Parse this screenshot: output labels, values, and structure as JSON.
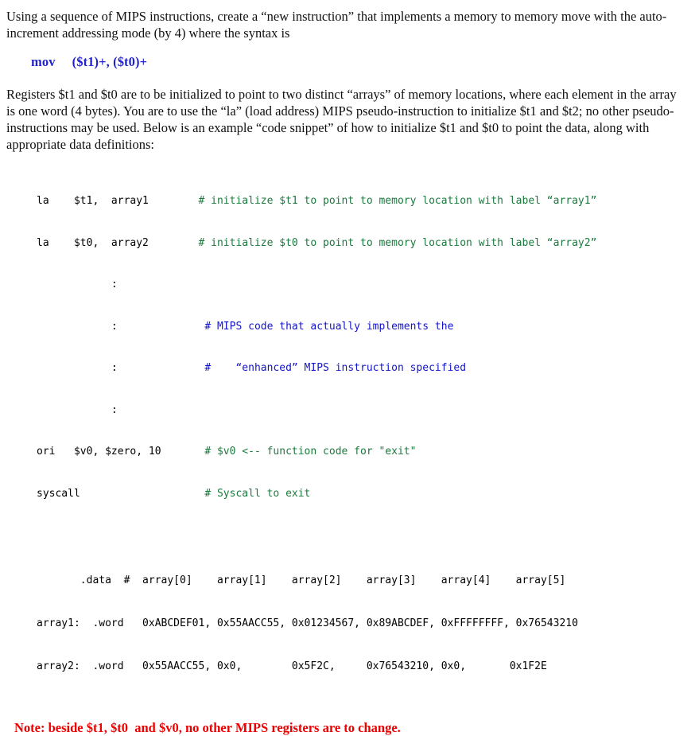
{
  "document": {
    "intro_paragraph": "Using a sequence of MIPS instructions, create a “new instruction” that implements a memory to memory move with the auto-increment addressing mode (by 4) where the syntax is",
    "syntax_line": "mov     ($t1)+, ($t0)+",
    "body_paragraph": "Registers $t1 and $t0 are to be initialized to point to two distinct “arrays” of memory locations, where each element in the array is one word (4 bytes). You are to use the “la” (load address) MIPS pseudo-instruction to initialize $t1 and $t2; no other pseudo-instructions may be used. Below is an example “code snippet” of how to initialize $t1 and $t0 to point the data, along with appropriate data definitions:",
    "note": "Note: beside $t1, $t0  and $v0, no other MIPS registers are to change."
  },
  "code_snippet": {
    "lines": [
      {
        "code": "la    $t1,  array1        ",
        "comment": "# initialize $t1 to point to memory location with label “array1”",
        "comment_color": "green"
      },
      {
        "code": "la    $t0,  array2        ",
        "comment": "# initialize $t0 to point to memory location with label “array2”",
        "comment_color": "green"
      },
      {
        "code": "            :              ",
        "comment": "",
        "comment_color": "green"
      },
      {
        "code": "            :              ",
        "comment": "# MIPS code that actually implements the",
        "comment_color": "blue"
      },
      {
        "code": "            :              ",
        "comment": "#    “enhanced” MIPS instruction specified",
        "comment_color": "blue"
      },
      {
        "code": "            :              ",
        "comment": "",
        "comment_color": "green"
      },
      {
        "code": "ori   $v0, $zero, 10       ",
        "comment": "# $v0 <-- function code for \"exit\"",
        "comment_color": "green"
      },
      {
        "code": "syscall                    ",
        "comment": "# Syscall to exit",
        "comment_color": "green"
      }
    ]
  },
  "data_section": {
    "header_line": "       .data  #  array[0]    array[1]    array[2]    array[3]    array[4]    array[5]",
    "rows": [
      "array1:  .word   0xABCDEF01, 0x55AACC55, 0x01234567, 0x89ABCDEF, 0xFFFFFFFF, 0x76543210",
      "array2:  .word   0x55AACC55, 0x0,        0x5F2C,     0x76543210, 0x0,       0x1F2E"
    ],
    "directive": ".data",
    "word_directive": ".word",
    "labels": [
      "array1:",
      "array2:"
    ],
    "column_headers": [
      "array[0]",
      "array[1]",
      "array[2]",
      "array[3]",
      "array[4]",
      "array[5]"
    ],
    "array1_values": [
      "0xABCDEF01",
      "0x55AACC55",
      "0x01234567",
      "0x89ABCDEF",
      "0xFFFFFFFF",
      "0x76543210"
    ],
    "array2_values": [
      "0x55AACC55",
      "0x0",
      "0x5F2C",
      "0x76543210",
      "0x0",
      "0x1F2E"
    ]
  },
  "colors": {
    "body_text": "#111111",
    "syntax_blue": "#2222cc",
    "comment_green": "#1b7a3d",
    "comment_blue": "#1414cc",
    "note_red": "#ee0000",
    "background": "#ffffff"
  }
}
